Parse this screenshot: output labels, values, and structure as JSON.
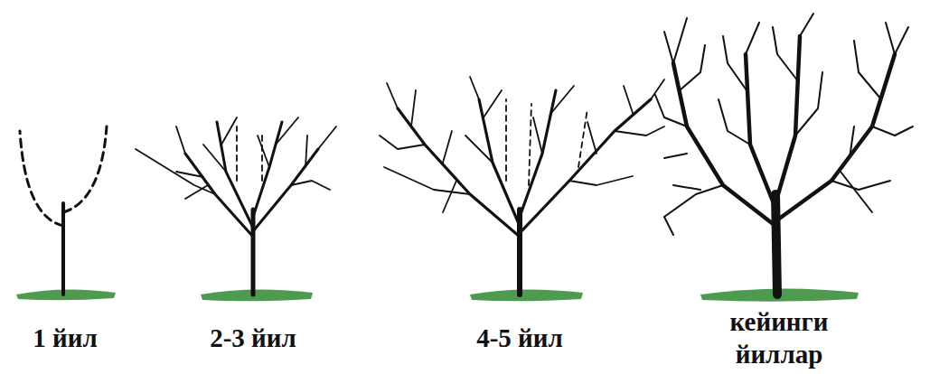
{
  "diagram": {
    "labels": [
      "1 йил",
      "2-3 йил",
      "4-5 йил",
      "кейинги йиллар"
    ]
  }
}
